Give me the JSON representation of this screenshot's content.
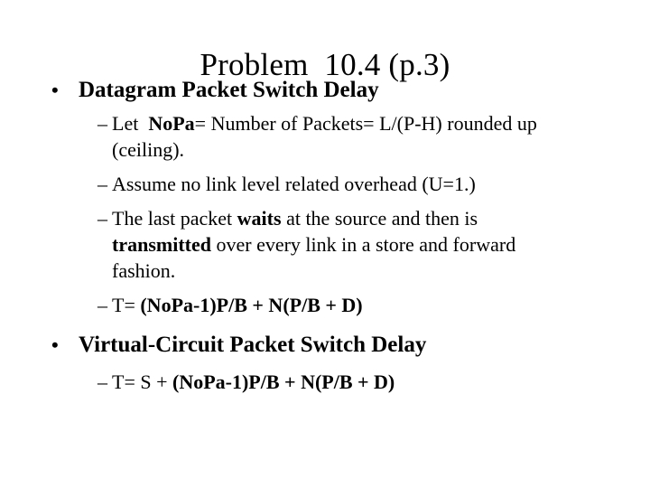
{
  "slide": {
    "title": "Problem  10.4 (p.3)",
    "background_color": "#ffffff",
    "text_color": "#000000",
    "bullet_glyph": "•",
    "dash_glyph": "–",
    "blocks": [
      {
        "level": 1,
        "name": "bullet-datagram-packet-switch-delay",
        "text": "Datagram Packet Switch Delay"
      },
      {
        "level": 2,
        "name": "sub-bullet-nopa-definition",
        "segments": [
          {
            "text": "Let  ",
            "bold": false
          },
          {
            "text": "NoPa",
            "bold": true
          },
          {
            "text": "= Number of Packets= L/(P-H) rounded up (ceiling).",
            "bold": false
          }
        ],
        "plain": "Let  NoPa= Number of Packets= L/(P-H) rounded up (ceiling)."
      },
      {
        "level": 2,
        "name": "sub-bullet-assume-no-overhead",
        "segments": [
          {
            "text": "Assume no link level related overhead (U=1.)",
            "bold": false
          }
        ],
        "plain": "Assume no link level related overhead (U=1.)"
      },
      {
        "level": 2,
        "name": "sub-bullet-last-packet-waits",
        "segments": [
          {
            "text": "The last packet ",
            "bold": false
          },
          {
            "text": "waits",
            "bold": true
          },
          {
            "text": " at the source and then is ",
            "bold": false
          },
          {
            "text": "transmitted",
            "bold": true
          },
          {
            "text": " over every link in a store and forward fashion.",
            "bold": false
          }
        ],
        "plain": "The last packet waits at the source and then is transmitted over every link in a store and forward fashion."
      },
      {
        "level": 2,
        "name": "sub-bullet-datagram-formula",
        "segments": [
          {
            "text": "T= ",
            "bold": false
          },
          {
            "text": "(NoPa-1)P/B + N(P/B + D)",
            "bold": true
          }
        ],
        "plain": "T= (NoPa-1)P/B + N(P/B + D)"
      },
      {
        "level": 1,
        "name": "bullet-virtual-circuit-packet-switch-delay",
        "text": "Virtual-Circuit Packet Switch Delay"
      },
      {
        "level": 2,
        "name": "sub-bullet-virtual-circuit-formula",
        "segments": [
          {
            "text": "T= S + ",
            "bold": false
          },
          {
            "text": "(NoPa-1)P/B + N(P/B + D)",
            "bold": true
          }
        ],
        "plain": "T= S + (NoPa-1)P/B + N(P/B + D)"
      }
    ]
  }
}
